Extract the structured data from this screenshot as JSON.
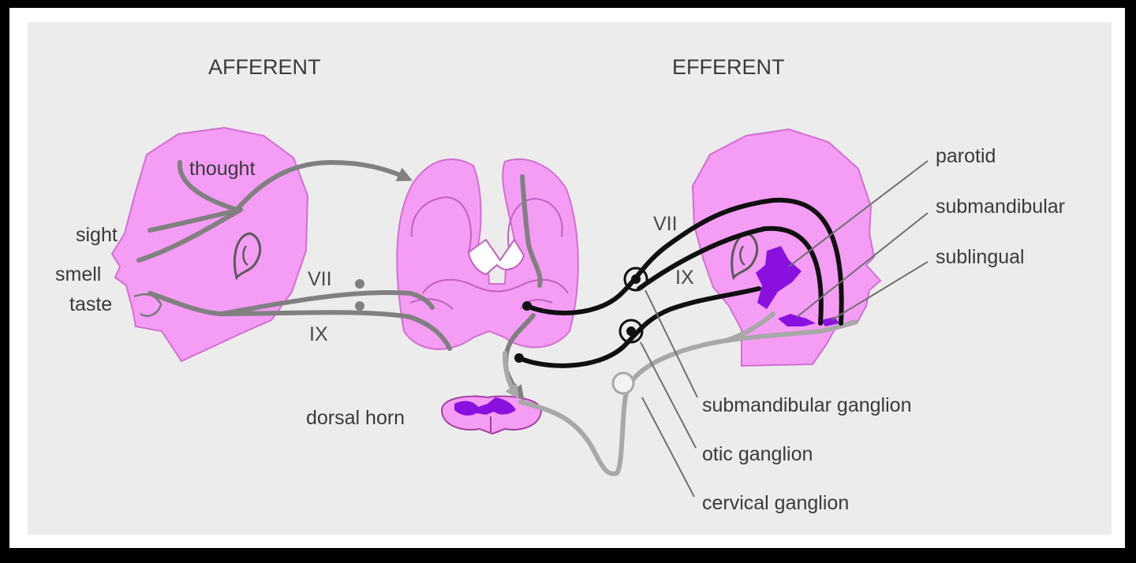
{
  "headings": {
    "afferent": "AFFERENT",
    "efferent": "EFFERENT"
  },
  "afferent_labels": {
    "thought": "thought",
    "sight": "sight",
    "smell": "smell",
    "taste": "taste"
  },
  "nerves_left": {
    "vii": "VII",
    "ix": "IX"
  },
  "nerves_right": {
    "vii": "VII",
    "ix": "IX"
  },
  "spinal": {
    "label": "dorsal horn"
  },
  "glands": {
    "parotid": "parotid",
    "submandibular": "submandibular",
    "sublingual": "sublingual"
  },
  "ganglia": {
    "submandibular": "submandibular ganglion",
    "otic": "otic ganglion",
    "cervical": "cervical ganglion"
  },
  "colors": {
    "tissue": "#f59cf5",
    "gland": "#8a10e0",
    "afferent_path": "#808080",
    "efferent_path": "#101010",
    "sympathetic_path": "#a8a8a8"
  }
}
